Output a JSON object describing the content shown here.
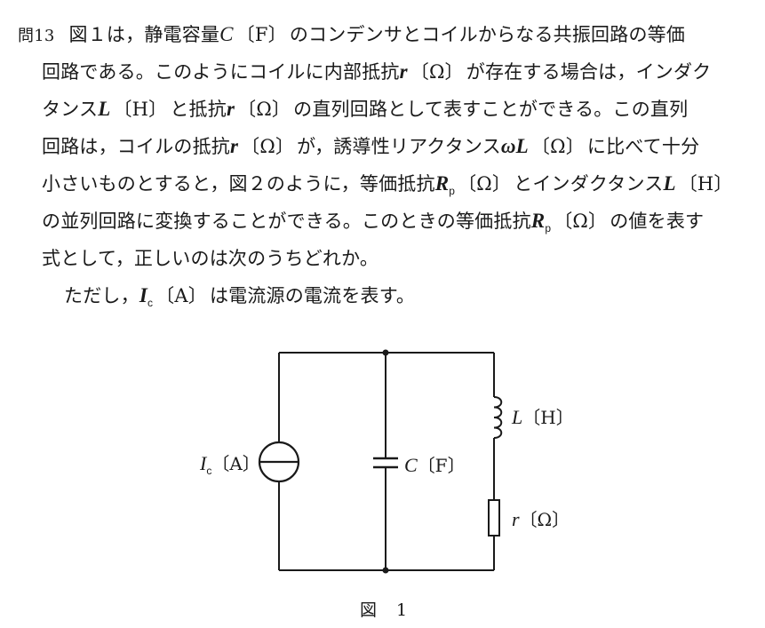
{
  "question": {
    "number": "問13",
    "line1_a": "図１は，静電容量",
    "line1_b": "のコンデンサとコイルからなる共振回路の等価",
    "line2_a": "回路である。このようにコイルに内部抵抗",
    "line2_b": "が存在する場合は，インダク",
    "line3_a": "タンス",
    "line3_b": "と抵抗",
    "line3_c": "の直列回路として表すことができる。この直列",
    "line4_a": "回路は，コイルの抵抗",
    "line4_b": "が，誘導性リアクタンス",
    "line4_c": "に比べて十分",
    "line5_a": "小さいものとすると，図２のように，等価抵抗",
    "line5_b": "とインダクタンス",
    "line6_a": "の並列回路に変換することができる。このときの等価抵抗",
    "line6_b": "の値を表す",
    "line7": "式として，正しいのは次のうちどれか。",
    "note_a": "ただし，",
    "note_b": "は電流源の電流を表す。"
  },
  "symbols": {
    "C": "C",
    "F_unit": "〔F〕",
    "r": "r",
    "ohm_unit": "〔Ω〕",
    "L": "L",
    "H_unit": "〔H〕",
    "omega_L": "ωL",
    "R": "R",
    "p_sub": "p",
    "I": "I",
    "c_sub": "c",
    "A_unit": "〔A〕"
  },
  "figure": {
    "caption": "図 1",
    "current_source_label": "I",
    "current_source_sub": "c",
    "current_source_unit": "〔A〕",
    "capacitor_label": "C",
    "capacitor_unit": "〔F〕",
    "inductor_label": "L",
    "inductor_unit": "〔H〕",
    "resistor_label": "r",
    "resistor_unit": "〔Ω〕"
  }
}
